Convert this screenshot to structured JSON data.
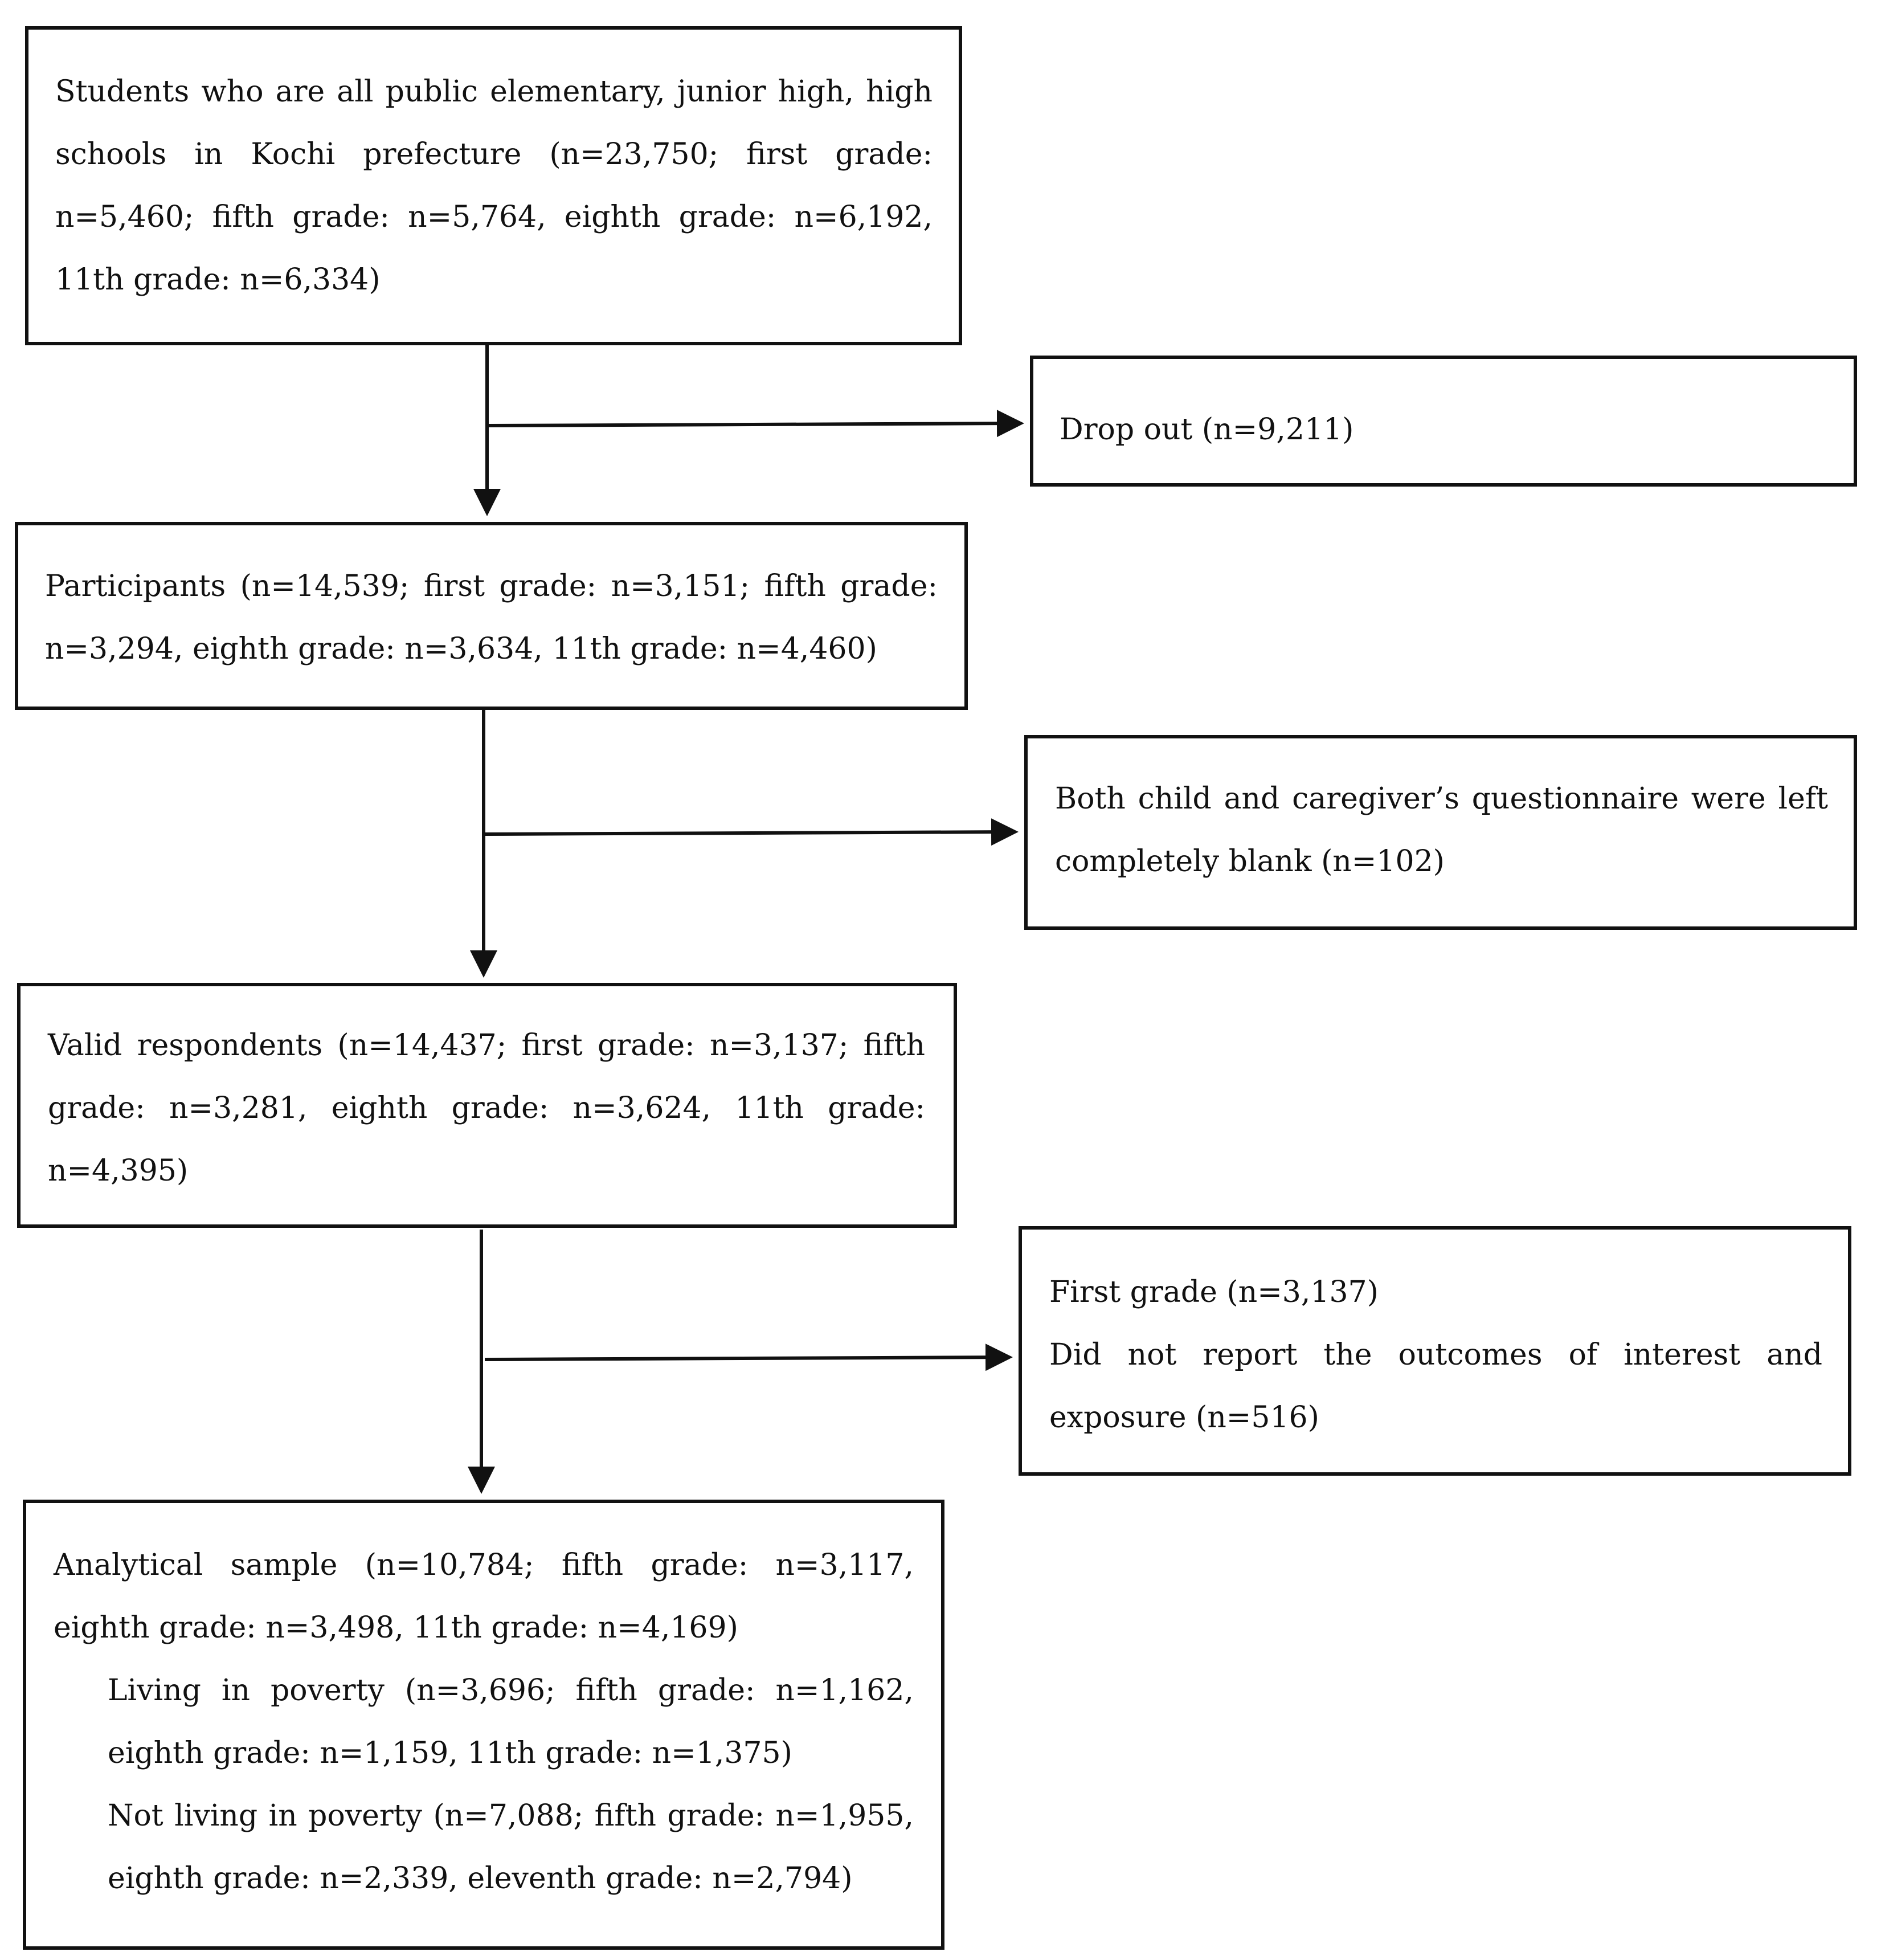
{
  "flowchart": {
    "box1": {
      "text": "Students who are all public elementary, junior high, high schools in Kochi prefecture (n=23,750; first grade: n=5,460; fifth grade: n=5,764, eighth grade: n=6,192, 11th grade: n=6,334)"
    },
    "dropout": {
      "text": "Drop out (n=9,211)"
    },
    "box2": {
      "text": "Participants (n=14,539; first grade: n=3,151; fifth grade: n=3,294, eighth grade: n=3,634, 11th grade: n=4,460)"
    },
    "blank": {
      "text": "Both child and caregiver’s questionnaire were left completely blank (n=102)"
    },
    "box3": {
      "text": "Valid respondents (n=14,437; first grade: n=3,137; fifth grade: n=3,281, eighth grade: n=3,624, 11th grade: n=4,395)"
    },
    "excluded": {
      "line1": "First grade (n=3,137)",
      "line2": "Did not report the outcomes of interest and exposure (n=516)"
    },
    "box4": {
      "line1": "Analytical sample (n=10,784; fifth grade: n=3,117, eighth grade: n=3,498, 11th grade: n=4,169)",
      "line2": "Living in poverty (n=3,696; fifth grade: n=1,162, eighth grade: n=1,159, 11th grade: n=1,375)",
      "line3": "Not living in poverty (n=7,088; fifth grade: n=1,955, eighth grade: n=2,339, eleventh grade: n=2,794)"
    }
  }
}
